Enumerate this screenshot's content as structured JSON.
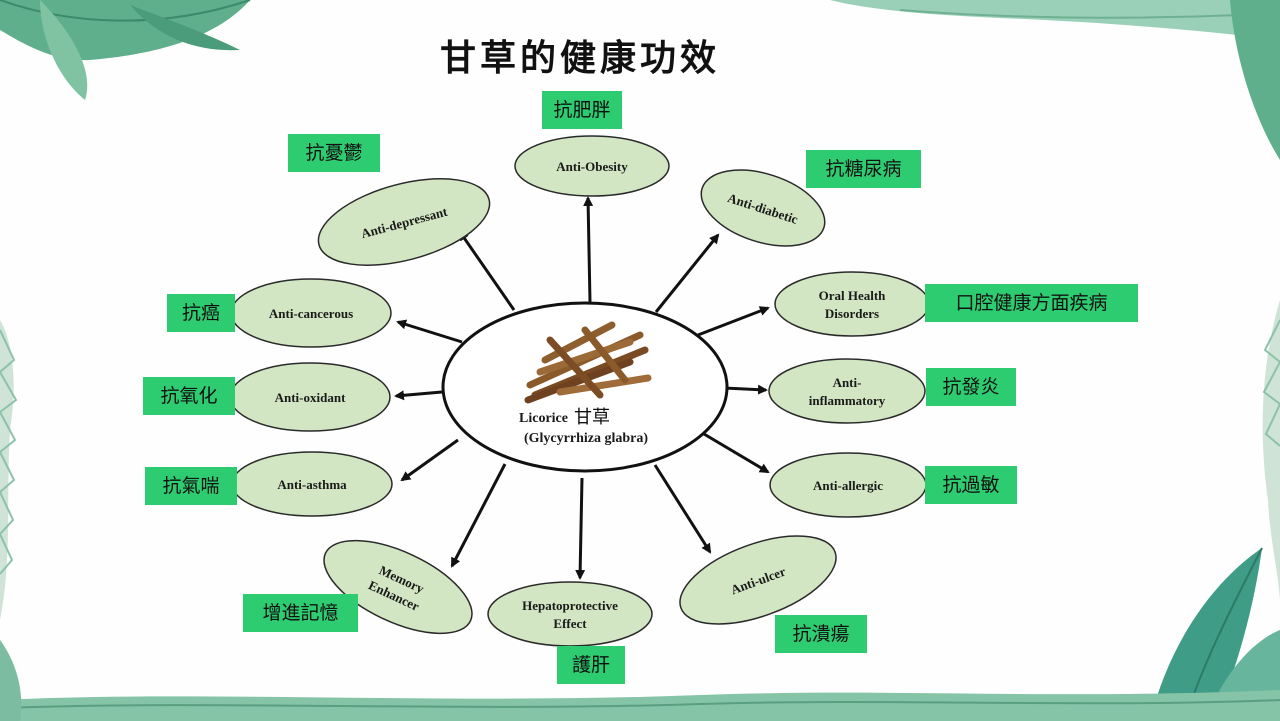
{
  "title": "甘草的健康功效",
  "center": {
    "name_en": "Licorice",
    "name_cn": "甘草",
    "latin": "(Glycyrrhiza glabra)",
    "image_icon": "licorice-sticks-icon"
  },
  "effects": [
    {
      "id": "anti-obesity",
      "en": [
        "Anti-Obesity"
      ],
      "cn": "抗肥胖"
    },
    {
      "id": "anti-diabetic",
      "en": [
        "Anti-diabetic"
      ],
      "cn": "抗糖尿病"
    },
    {
      "id": "oral-health",
      "en": [
        "Oral Health",
        "Disorders"
      ],
      "cn": "口腔健康方面疾病"
    },
    {
      "id": "anti-inflammatory",
      "en": [
        "Anti-",
        "inflammatory"
      ],
      "cn": "抗發炎"
    },
    {
      "id": "anti-allergic",
      "en": [
        "Anti-allergic"
      ],
      "cn": "抗過敏"
    },
    {
      "id": "anti-ulcer",
      "en": [
        "Anti-ulcer"
      ],
      "cn": "抗潰瘍"
    },
    {
      "id": "hepatoprotective",
      "en": [
        "Hepatoprotective",
        "Effect"
      ],
      "cn": "護肝"
    },
    {
      "id": "memory-enhancer",
      "en": [
        "Memory",
        "Enhancer"
      ],
      "cn": "增進記憶"
    },
    {
      "id": "anti-asthma",
      "en": [
        "Anti-asthma"
      ],
      "cn": "抗氣喘"
    },
    {
      "id": "anti-oxidant",
      "en": [
        "Anti-oxidant"
      ],
      "cn": "抗氧化"
    },
    {
      "id": "anti-cancerous",
      "en": [
        "Anti-cancerous"
      ],
      "cn": "抗癌"
    },
    {
      "id": "anti-depressant",
      "en": [
        "Anti-depressant"
      ],
      "cn": "抗憂鬱"
    }
  ],
  "colors": {
    "ellipse_fill": "#d3e6c3",
    "ellipse_stroke": "#2a2a2a",
    "tag_fill": "#2ecc71",
    "arrow": "#111111"
  }
}
